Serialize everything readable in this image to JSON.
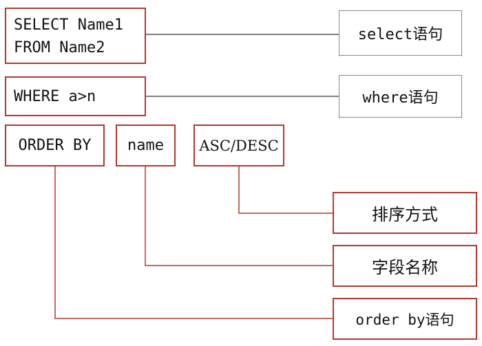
{
  "statement": {
    "select_line1": "SELECT Name1",
    "select_line2": "FROM Name2",
    "where": "WHERE a>n",
    "order_by": "ORDER BY",
    "field": "name",
    "direction": "ASC/DESC"
  },
  "labels": {
    "select_clause": "select语句",
    "where_clause": "where语句",
    "sort_method": "排序方式",
    "field_name": "字段名称",
    "order_by_clause": "order by语句"
  },
  "colors": {
    "box_border": "#b5362c",
    "connector": "#b5362c",
    "bracket": "#8a8a8a",
    "text": "#111111"
  }
}
